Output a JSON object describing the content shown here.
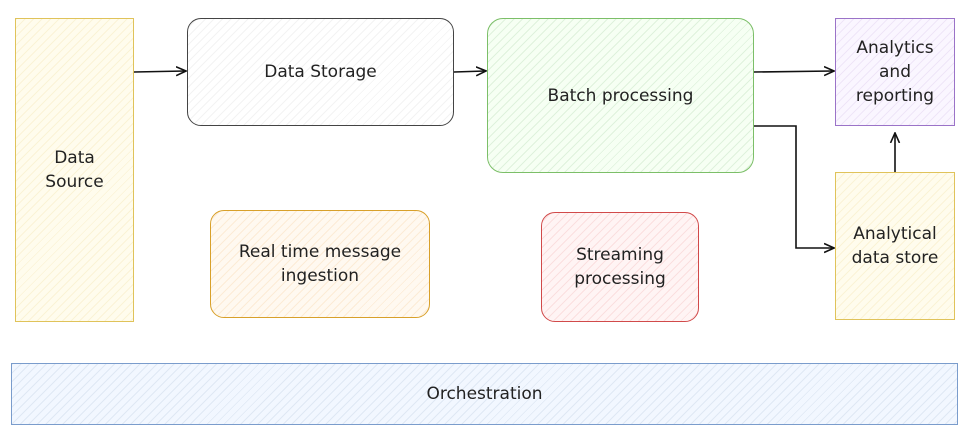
{
  "nodes": {
    "data_source": "Data\nSource",
    "data_storage": "Data Storage",
    "batch_processing": "Batch processing",
    "analytics_reporting": "Analytics\nand\nreporting",
    "analytical_data_store": "Analytical\ndata store",
    "real_time_ingestion": "Real time message\ningestion",
    "streaming_processing": "Streaming\nprocessing",
    "orchestration": "Orchestration"
  }
}
